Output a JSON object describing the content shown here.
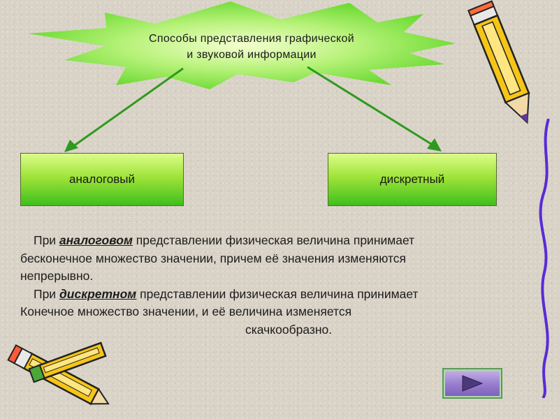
{
  "title": {
    "line1": "Способы представления графической",
    "line2": "и звуковой информации"
  },
  "boxes": {
    "analog": "аналоговый",
    "discrete": "дискретный"
  },
  "paragraph1": {
    "prefix": "При ",
    "emphasis": "аналоговом",
    "rest1": " представлении физическая величина принимает",
    "line2": "бесконечное множество значении, причем её значения изменяются",
    "line3": "непрерывно."
  },
  "paragraph2": {
    "prefix": "При ",
    "emphasis": "дискретном",
    "rest1": " представлении физическая величина принимает",
    "line2": "Конечное множество значении, и её величина изменяется",
    "line3": "скачкообразно."
  },
  "navigation": {
    "next_icon": "play-triangle-icon"
  },
  "colors": {
    "star_fill": "#7ee83a",
    "box_green": "#3fbf1c",
    "arrow_green": "#2e9a1e",
    "button_purple": "#9a80d0",
    "pencil_yellow": "#f5c518",
    "squiggle_purple": "#5a2ad8"
  }
}
